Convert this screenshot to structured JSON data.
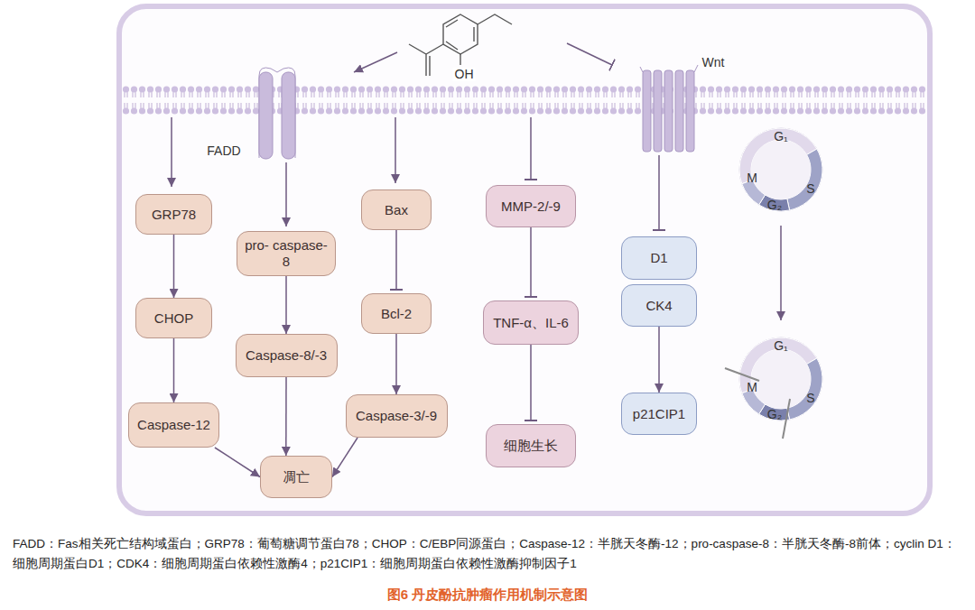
{
  "diagram": {
    "title": "图6 丹皮酚抗肿瘤作用机制示意图",
    "caption": "FADD：Fas相关死亡结构域蛋白；GRP78：葡萄糖调节蛋白78；CHOP：C/EBP同源蛋白；Caspase-12：半胱天冬酶-12；pro-caspase-8：半胱天冬酶-8前体；cyclin D1：细胞周期蛋白D1；CDK4：细胞周期蛋白依赖性激酶4；p21CIP1：细胞周期蛋白依赖性激酶抑制因子1",
    "nodes": [
      {
        "text": [
          "GRP78"
        ]
      },
      {
        "text": [
          "CHOP"
        ]
      },
      {
        "text": [
          "Caspase-12"
        ]
      },
      {
        "text": [
          "pro- caspase-8"
        ]
      },
      {
        "text": [
          "Caspase-8/-3"
        ]
      },
      {
        "text": [
          "凋亡"
        ]
      },
      {
        "text": [
          "Bax"
        ]
      },
      {
        "text": [
          "Bcl-2"
        ]
      },
      {
        "text": [
          "Caspase-3/-9"
        ]
      },
      {
        "text": [
          "MMP-2/-9"
        ]
      },
      {
        "text": [
          "TNF-α、IL-6"
        ]
      },
      {
        "text": [
          "细胞生长"
        ]
      },
      {
        "text": [
          "D1"
        ]
      },
      {
        "text": [
          "CK4"
        ]
      },
      {
        "text": [
          "p21CIP1"
        ]
      }
    ],
    "edges": [
      {
        "from": 0,
        "to": 1,
        "arrow": "to"
      },
      {
        "from": 1,
        "to": 2,
        "arrow": "to"
      },
      {
        "from": 2,
        "to": 5,
        "arrow": "to"
      },
      {
        "from": 3,
        "to": 4,
        "arrow": "to"
      },
      {
        "from": 4,
        "to": 5,
        "arrow": "to"
      },
      {
        "from": 6,
        "to": 7,
        "arrow": "to"
      },
      {
        "from": 7,
        "to": 8,
        "arrow": "to"
      },
      {
        "from": 8,
        "to": 5,
        "arrow": "to"
      },
      {
        "from": 9,
        "to": 10,
        "arrow": "to"
      },
      {
        "from": 10,
        "to": 11,
        "arrow": "to"
      },
      {
        "from": 13,
        "to": 14,
        "arrow": "to"
      }
    ],
    "labels": [
      "OH",
      "FADD",
      "Wnt",
      "G₁",
      "M",
      "S",
      "G₂",
      "G₁",
      "M",
      "S",
      "G₂"
    ]
  }
}
